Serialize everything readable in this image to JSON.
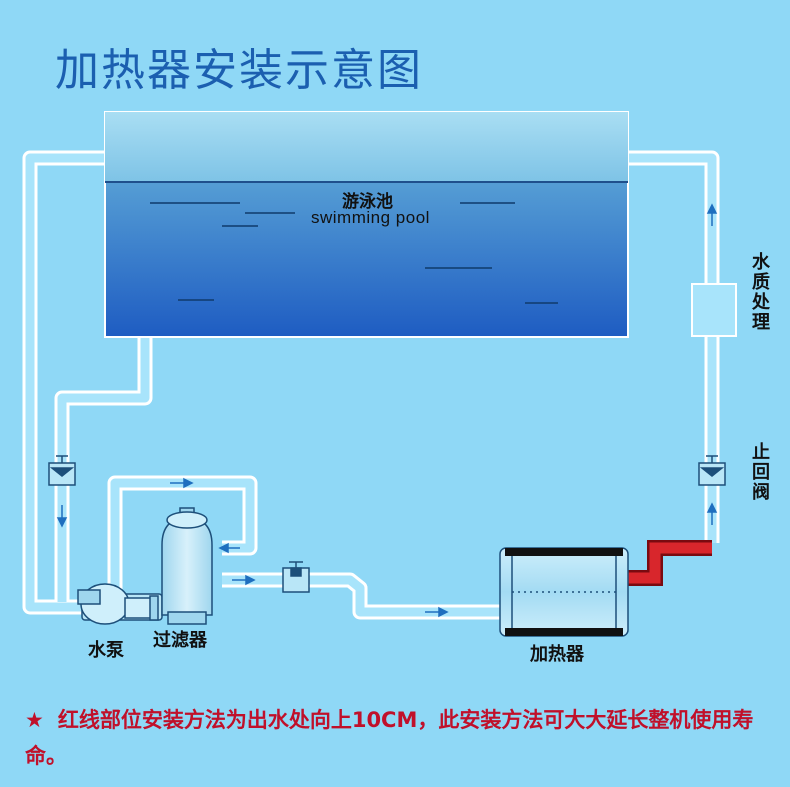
{
  "title": "加热器安装示意图",
  "pool": {
    "label_cn": "游泳池",
    "label_en": "swimming pool"
  },
  "labels": {
    "pump": "水泵",
    "filter": "过滤器",
    "heater": "加热器",
    "water_treatment": "水质处理",
    "check_valve": "止回阀"
  },
  "note": {
    "star": "★",
    "text": "红线部位安装方法为出水处向上10CM，此安装方法可大大延长整机使用寿命。"
  },
  "colors": {
    "background": "#8fd8f6",
    "title": "#1b5fb0",
    "pipe_fill": "#a8e4fb",
    "pipe_stroke": "#ffffff",
    "red_pipe": "#c8141e",
    "note_text": "#c0102a",
    "flow_arrow": "#1f6fbf"
  }
}
